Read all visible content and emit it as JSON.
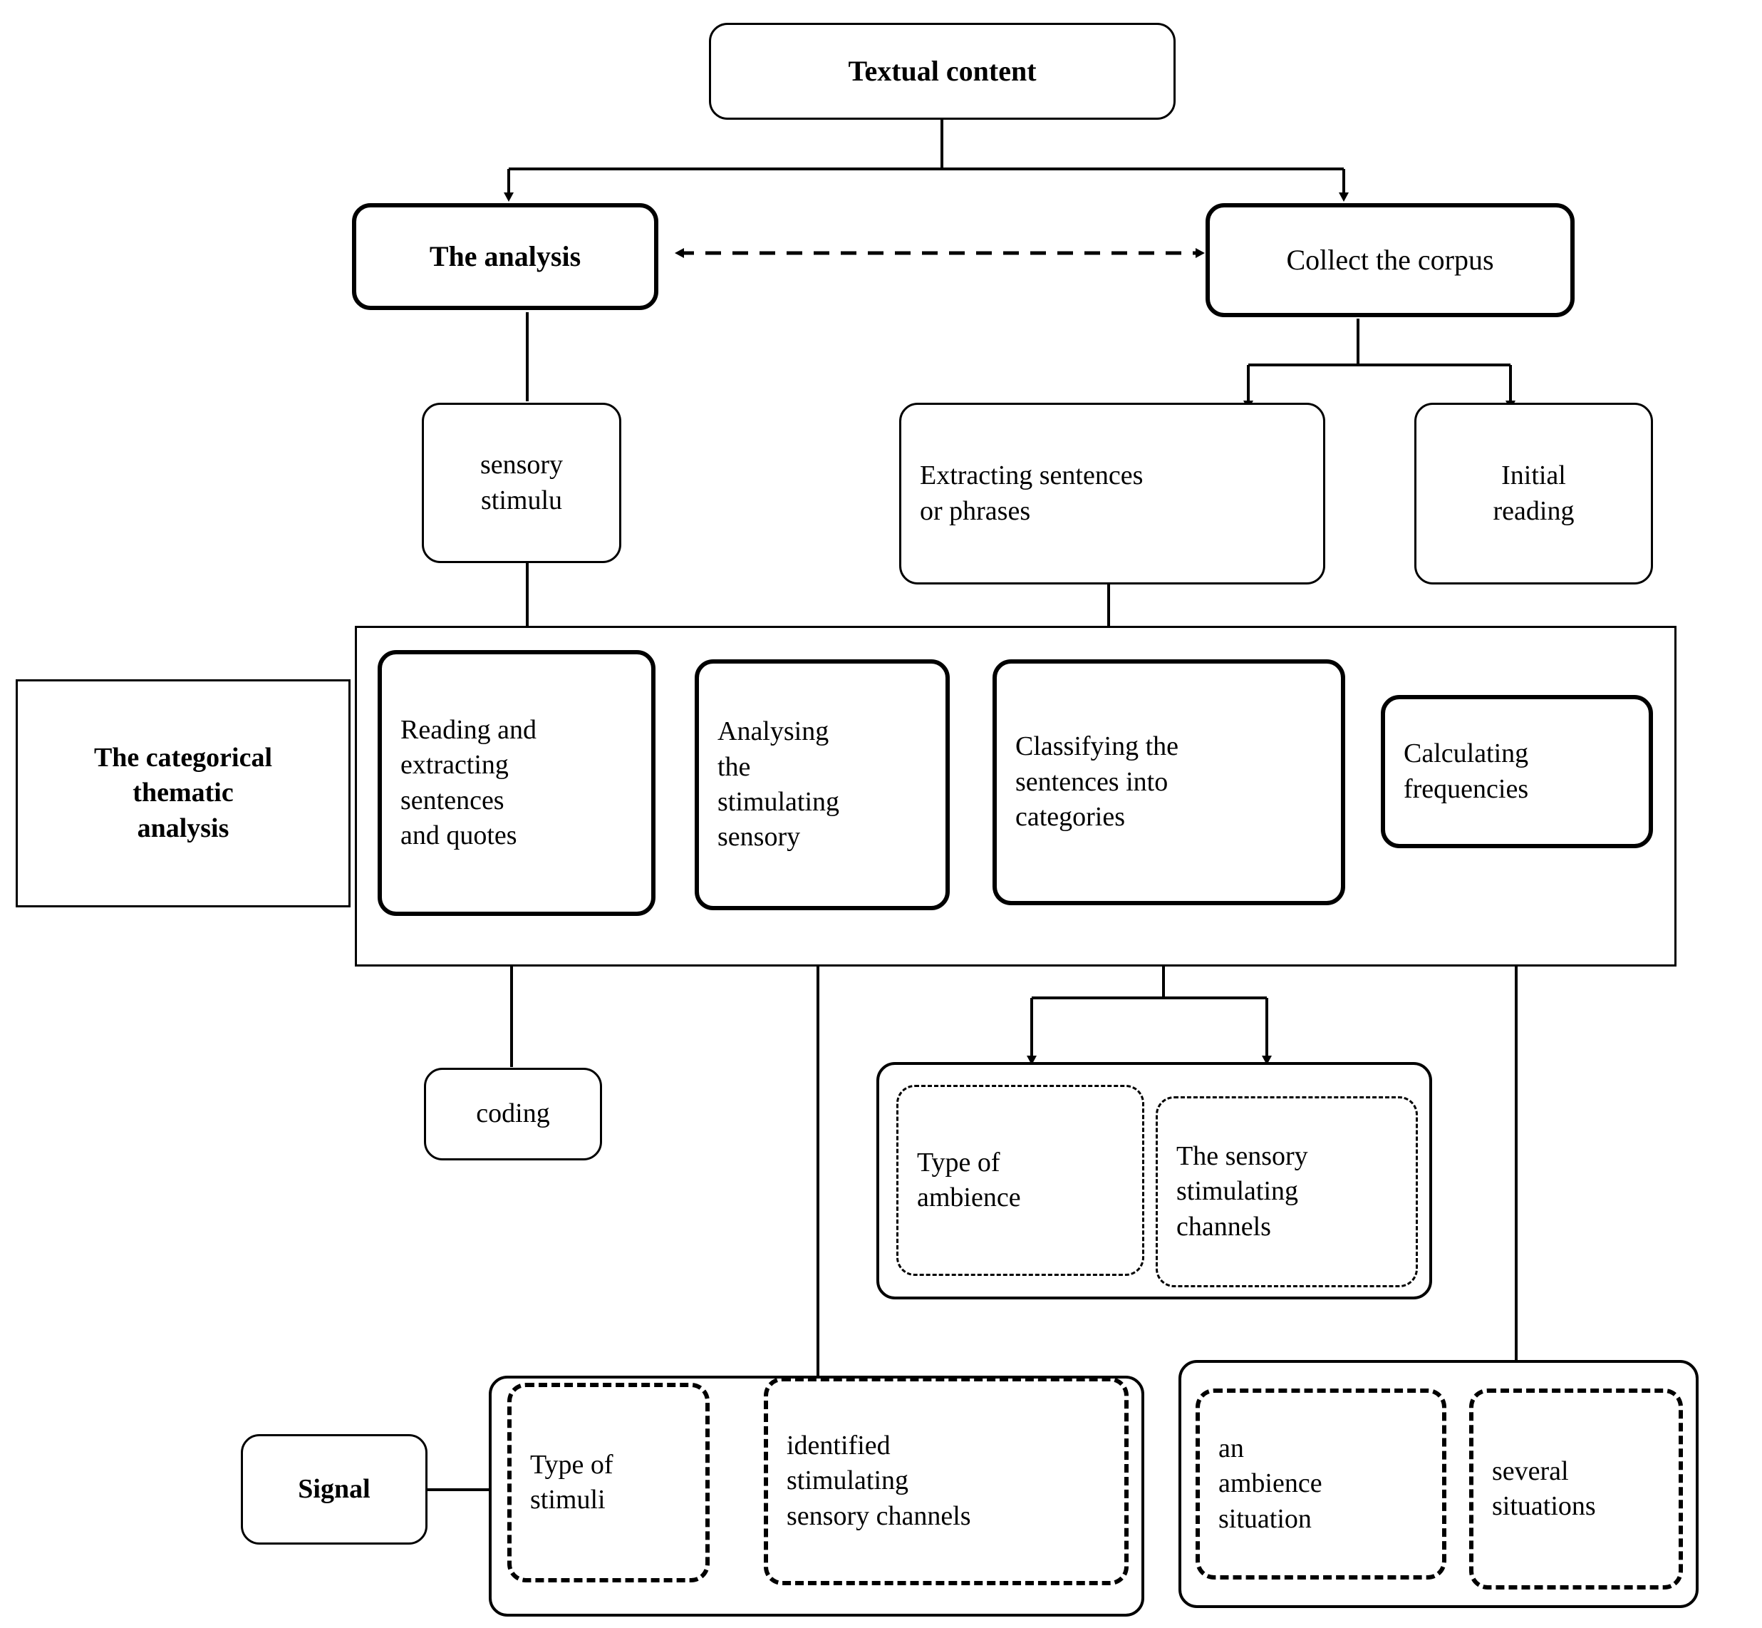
{
  "diagram": {
    "title_node": {
      "label": "Textual content"
    },
    "level2": {
      "analysis": {
        "label": "The analysis"
      },
      "collect": {
        "label": "Collect the corpus"
      }
    },
    "level3": {
      "sensory_stimulu": {
        "label": "sensory\nstimulu"
      },
      "extracting": {
        "label": "Extracting  sentences\nor phrases"
      },
      "initial_reading": {
        "label": "Initial\nreading"
      }
    },
    "categorical_panel": {
      "side_label": "The categorical\nthematic\nanalysis",
      "steps": [
        {
          "label": "Reading and\nextracting\nsentences\nand quotes"
        },
        {
          "label": "Analysing\nthe\nstimulating\nsensory"
        },
        {
          "label": "Classifying the\nsentences into\ncategories"
        },
        {
          "label": "Calculating\nfrequencies"
        }
      ]
    },
    "outputs": {
      "coding": {
        "label": "coding"
      },
      "ambience_group": [
        {
          "label": "Type of\nambience"
        },
        {
          "label": "The sensory\nstimulating\nchannels"
        }
      ],
      "signal_label": {
        "label": "Signal"
      },
      "signal_group": [
        {
          "label": "Type of\nstimuli"
        },
        {
          "label": "identified\nstimulating\nsensory channels"
        }
      ],
      "situation_group": [
        {
          "label": "an\nambience\nsituation"
        },
        {
          "label": "several\nsituations"
        }
      ]
    },
    "colors": {
      "stroke": "#000000",
      "background": "#ffffff",
      "shadow": "#808080"
    }
  }
}
